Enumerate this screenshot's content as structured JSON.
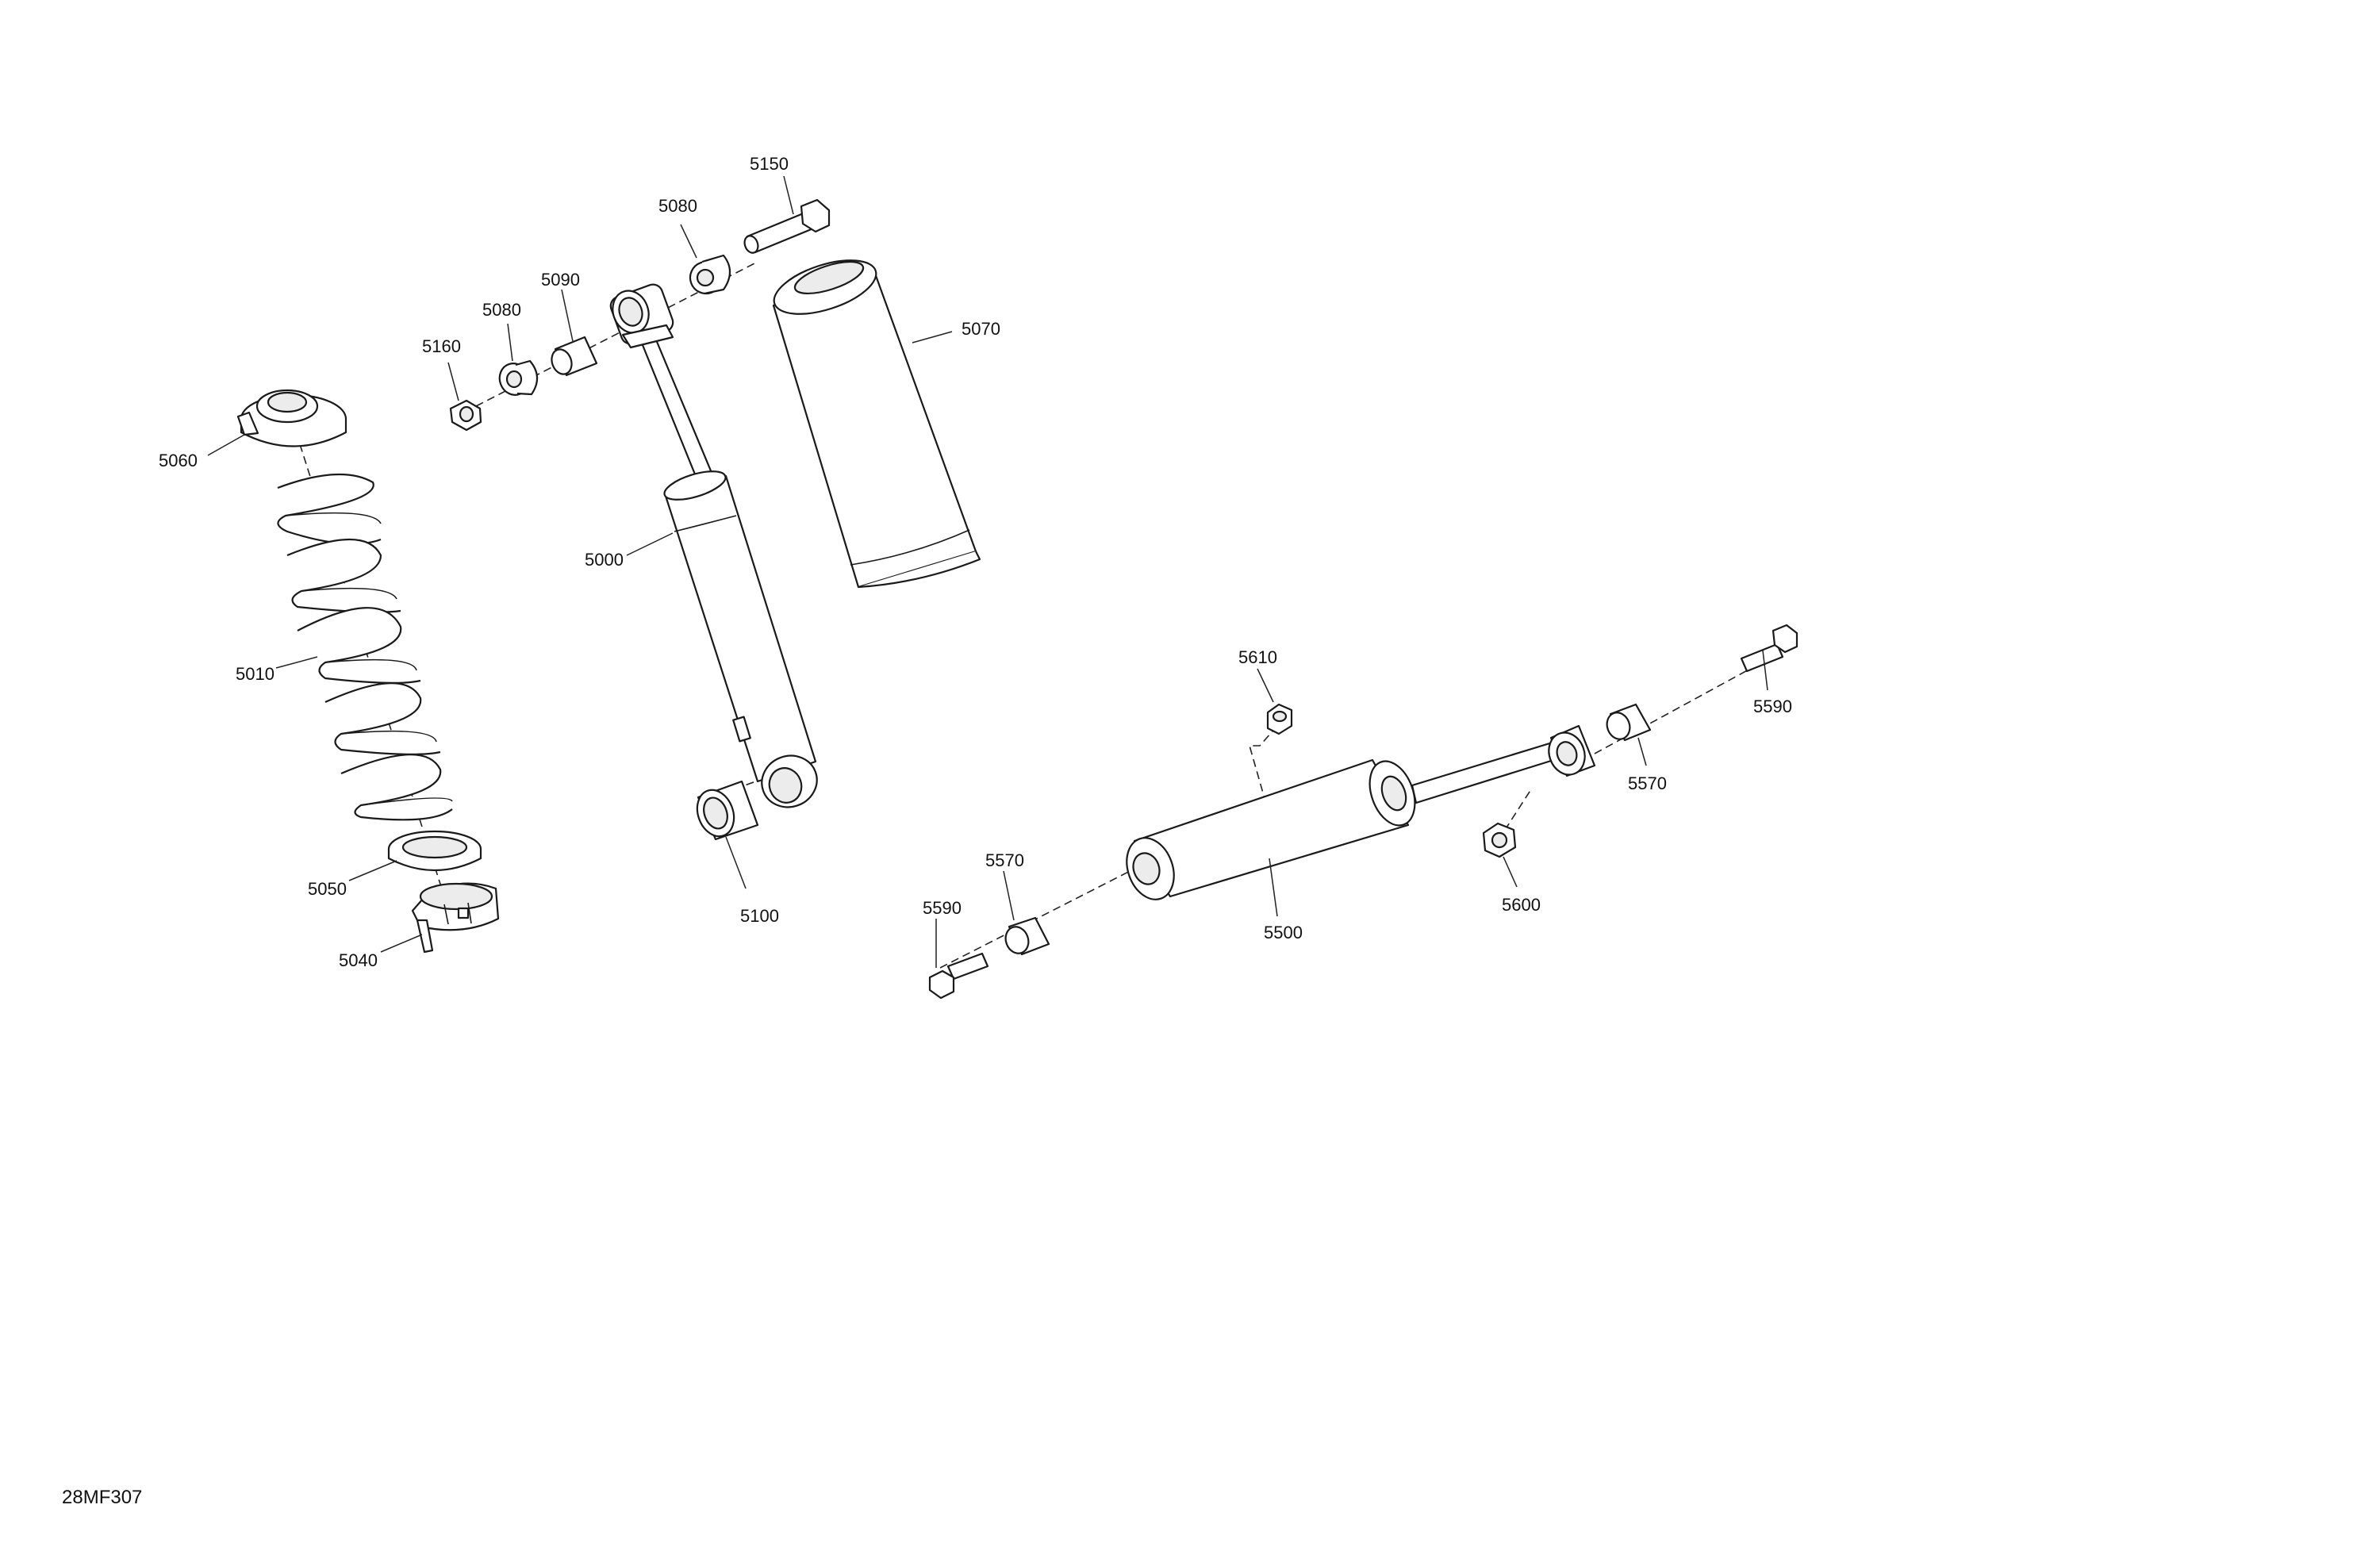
{
  "figure_ref": "28MF307",
  "callouts": {
    "c5150": "5150",
    "c5080a": "5080",
    "c5090": "5090",
    "c5080b": "5080",
    "c5160": "5160",
    "c5070": "5070",
    "c5060": "5060",
    "c5000": "5000",
    "c5010": "5010",
    "c5050": "5050",
    "c5040": "5040",
    "c5100": "5100",
    "c5610": "5610",
    "c5590a": "5590",
    "c5570a": "5570",
    "c5500": "5500",
    "c5600": "5600",
    "c5570b": "5570",
    "c5590b": "5590"
  }
}
